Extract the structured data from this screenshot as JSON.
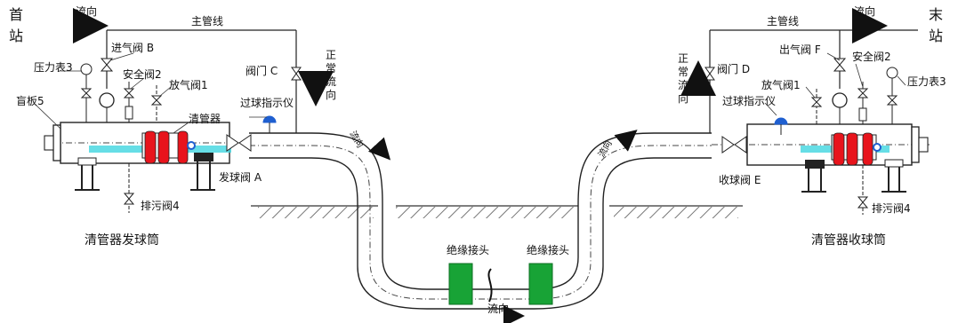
{
  "labels": {
    "start_station": "首站",
    "end_station": "末站",
    "main_line_left": "主管线",
    "main_line_right": "主管线",
    "flow_top_left": "流向",
    "flow_top_right": "流向",
    "flow_pipe_left": "流向",
    "flow_pipe_right": "流向",
    "flow_bottom": "流向",
    "normal_flow_left": "正常流向",
    "normal_flow_right": "正常流向",
    "inlet_valve_b": "进气阀 B",
    "outlet_valve_f": "出气阀 F",
    "pressure_gauge_left": "压力表3",
    "pressure_gauge_right": "压力表3",
    "safety_valve_left": "安全阀2",
    "safety_valve_right": "安全阀2",
    "vent_valve_left": "放气阀1",
    "vent_valve_right": "放气阀1",
    "blind_plate": "盲板5",
    "valve_c": "阀门 C",
    "valve_d": "阀门 D",
    "pig_indicator_left": "过球指示仪",
    "pig_indicator_right": "过球指示仪",
    "pig": "清管器",
    "launch_valve_a": "发球阀 A",
    "receive_valve_e": "收球阀 E",
    "drain_valve_left": "排污阀4",
    "drain_valve_right": "排污阀4",
    "insulating_joint_left": "绝缘接头",
    "insulating_joint_right": "绝缘接头",
    "launcher_title": "清管器发球筒",
    "receiver_title": "清管器收球筒"
  },
  "colors": {
    "pipe_line": "#222222",
    "pig_red": "#e8141c",
    "joint_green": "#18a336",
    "indicator_blue": "#1f5fd0",
    "flow_ring_blue": "#1f5fd0",
    "cyan_band": "#40d6e0",
    "ground_hatch": "#555555"
  }
}
